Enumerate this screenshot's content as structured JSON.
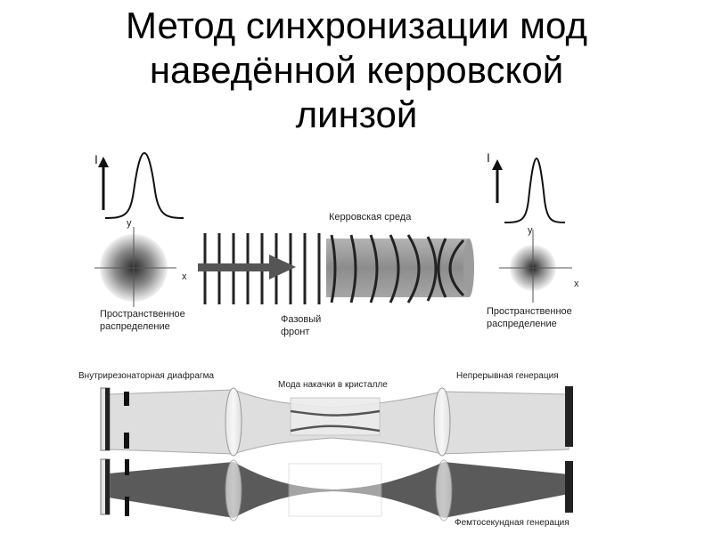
{
  "title": {
    "line1": "Метод синхронизации мод",
    "line2": "наведённой керровской",
    "line3": "линзой"
  },
  "top_diagram": {
    "axis_intensity": "I",
    "axis_y": "y",
    "axis_x": "x",
    "spatial_left_line1": "Пространственное",
    "spatial_left_line2": "распределение",
    "phase_front_line1": "Фазовый",
    "phase_front_line2": "фронт",
    "kerr_medium": "Керровская среда",
    "spatial_right_line1": "Пространственное",
    "spatial_right_line2": "распределение"
  },
  "bottom_diagram": {
    "aperture": "Внутрирезонаторная диафрагма",
    "pump_mode": "Мода накачки в кристалле",
    "cw": "Непрерывная генерация",
    "fs": "Фемтосекундная генерация"
  },
  "colors": {
    "text": "#1e1e1e",
    "beam_light": "#dcdcdc",
    "beam_dark": "#555555",
    "kerr_medium": "#8c8c8c"
  }
}
